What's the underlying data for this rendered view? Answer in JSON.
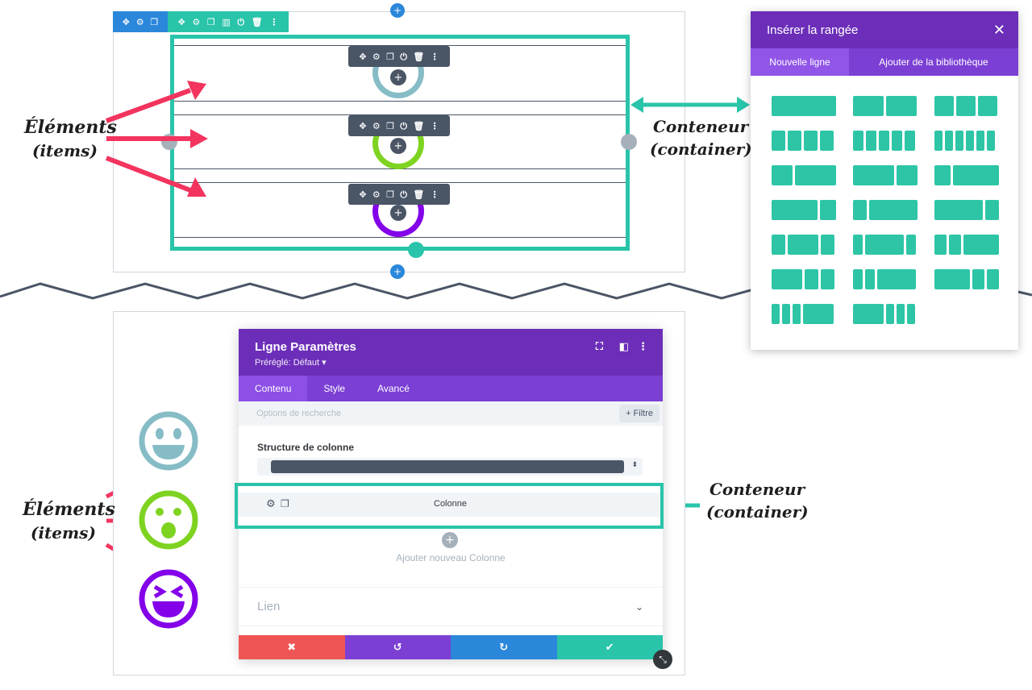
{
  "top_builder": {
    "section_toolbar_icons": [
      "move-icon",
      "gear-icon",
      "duplicate-icon"
    ],
    "row_toolbar_icons": [
      "move-icon",
      "gear-icon",
      "duplicate-icon",
      "columns-icon",
      "power-icon",
      "trash-icon",
      "more-icon"
    ],
    "module_toolbar_icons": [
      "move-icon",
      "gear-icon",
      "duplicate-icon",
      "power-icon",
      "trash-icon",
      "more-icon"
    ],
    "colors": {
      "section": "#2b87da",
      "row": "#29c4a9",
      "toolbar": "#4a5566"
    }
  },
  "annotations": {
    "elements_top": "Éléments",
    "items_top": "(items)",
    "container_top": "Conteneur",
    "container_top_sub": "(container)",
    "elements_bottom": "Éléments",
    "items_bottom": "(items)",
    "container_bottom": "Conteneur",
    "container_bottom_sub": "(container)",
    "arrow_color": "#f2345f",
    "container_color": "#29c4a9"
  },
  "insert_row_modal": {
    "title": "Insérer la rangée",
    "close_icon": "close-icon",
    "tabs": [
      {
        "label": "Nouvelle ligne",
        "active": true
      },
      {
        "label": "Ajouter de la bibliothèque",
        "active": false
      }
    ]
  },
  "row_settings": {
    "title": "Ligne Paramètres",
    "preset": "Préréglé: Défaut ▾",
    "header_icons": [
      "fullscreen-icon",
      "split-view-icon",
      "more-icon"
    ],
    "tabs": [
      {
        "label": "Contenu",
        "active": true
      },
      {
        "label": "Style",
        "active": false
      },
      {
        "label": "Avancé",
        "active": false
      }
    ],
    "search_placeholder": "Options de recherche",
    "filter_label": "+ Filtre",
    "structure_label": "Structure de colonne",
    "column_label": "Colonne",
    "add_column_label": "Ajouter nouveau Colonne",
    "link_section_label": "Lien",
    "footer_buttons": [
      {
        "name": "cancel-button",
        "glyph": "✖",
        "color": "#ef5555"
      },
      {
        "name": "undo-button",
        "glyph": "↺",
        "color": "#7b3fd4"
      },
      {
        "name": "redo-button",
        "glyph": "↻",
        "color": "#2b87da"
      },
      {
        "name": "save-button",
        "glyph": "✔",
        "color": "#29c4a9"
      }
    ]
  },
  "emoji_colors": [
    "#86bcc6",
    "#7ed321",
    "#8300e9"
  ]
}
